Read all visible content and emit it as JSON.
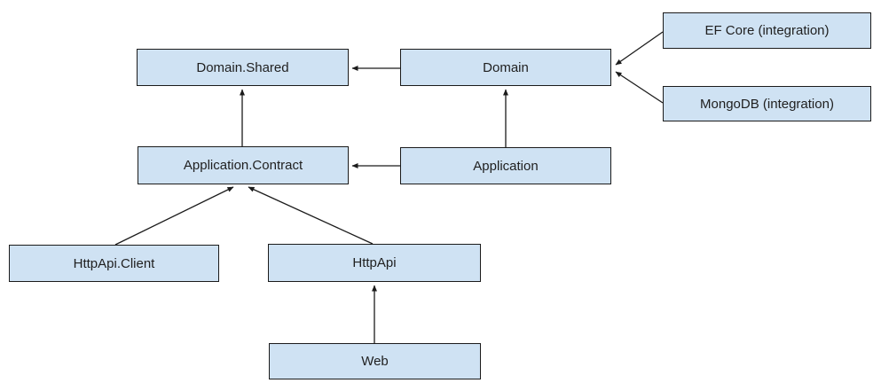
{
  "diagram": {
    "type": "module-dependency-diagram",
    "background_color": "#ffffff",
    "node_fill_color": "#cfe2f3",
    "node_border_color": "#1b1b1b",
    "arrow_color": "#1b1b1b",
    "text_color": "#1f1f1f",
    "nodes": [
      {
        "id": "domain-shared",
        "label": "Domain.Shared"
      },
      {
        "id": "domain",
        "label": "Domain"
      },
      {
        "id": "efcore",
        "label": "EF Core (integration)"
      },
      {
        "id": "mongodb",
        "label": "MongoDB (integration)"
      },
      {
        "id": "app-contract",
        "label": "Application.Contract"
      },
      {
        "id": "application",
        "label": "Application"
      },
      {
        "id": "httpapi-client",
        "label": "HttpApi.Client"
      },
      {
        "id": "httpapi",
        "label": "HttpApi"
      },
      {
        "id": "web",
        "label": "Web"
      }
    ],
    "edges": [
      {
        "from": "Domain",
        "to": "Domain.Shared"
      },
      {
        "from": "Application.Contract",
        "to": "Domain.Shared"
      },
      {
        "from": "Application",
        "to": "Application.Contract"
      },
      {
        "from": "Application",
        "to": "Domain"
      },
      {
        "from": "EF Core (integration)",
        "to": "Domain"
      },
      {
        "from": "MongoDB (integration)",
        "to": "Domain"
      },
      {
        "from": "HttpApi.Client",
        "to": "Application.Contract"
      },
      {
        "from": "HttpApi",
        "to": "Application.Contract"
      },
      {
        "from": "Web",
        "to": "HttpApi"
      }
    ]
  }
}
